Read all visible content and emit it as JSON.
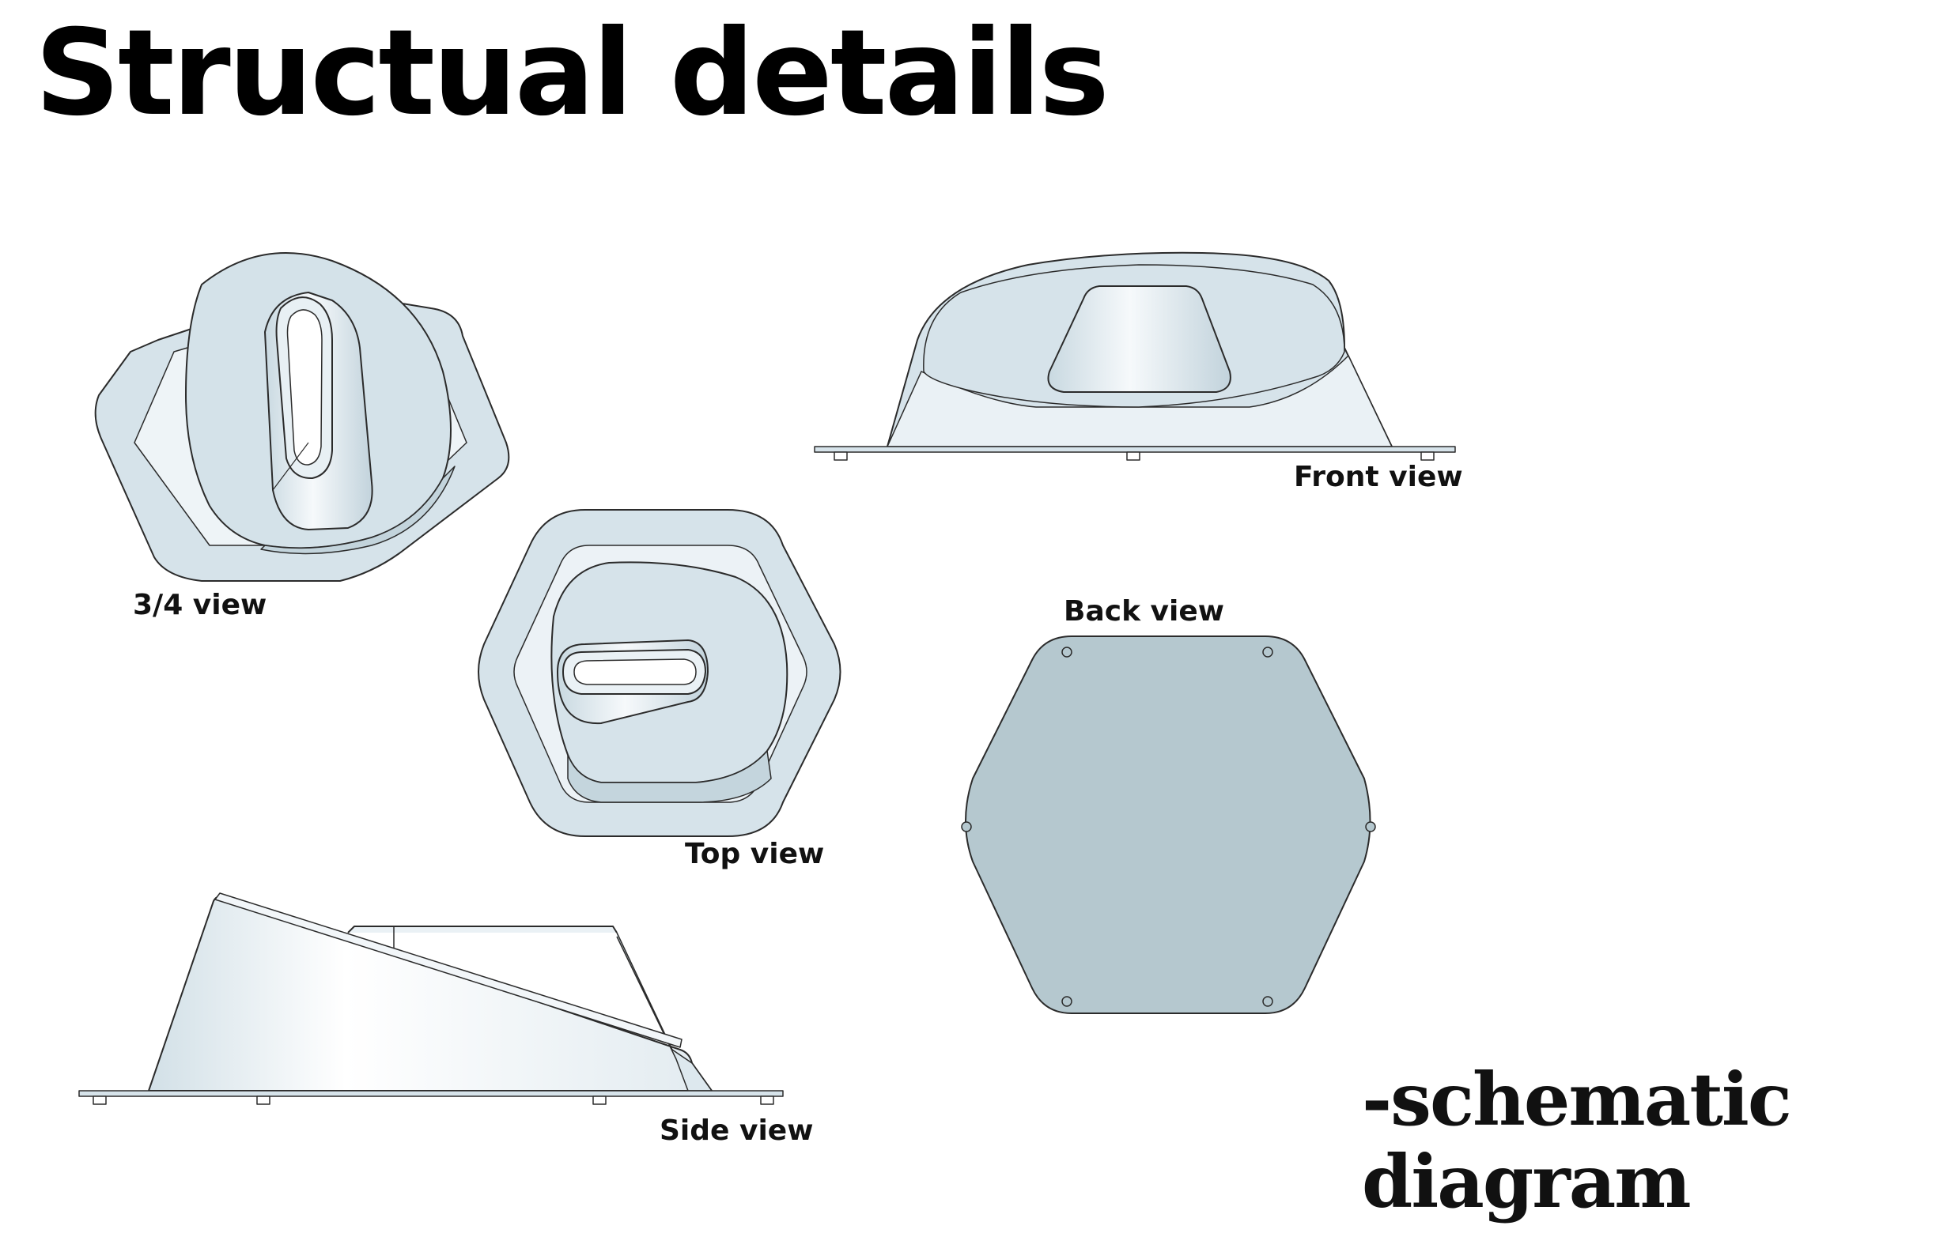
{
  "title": "Structual details",
  "views": {
    "three_quarter": "3/4 view",
    "front": "Front view",
    "top": "Top view",
    "back": "Back view",
    "side": "Side view"
  },
  "caption": {
    "line1": "-schematic",
    "line2": "diagram"
  },
  "colors": {
    "body_fill": "#d6e3ea",
    "back_fill": "#b5c8cf",
    "highlight": "#f4f8fa",
    "outline": "#2b2b2b"
  }
}
